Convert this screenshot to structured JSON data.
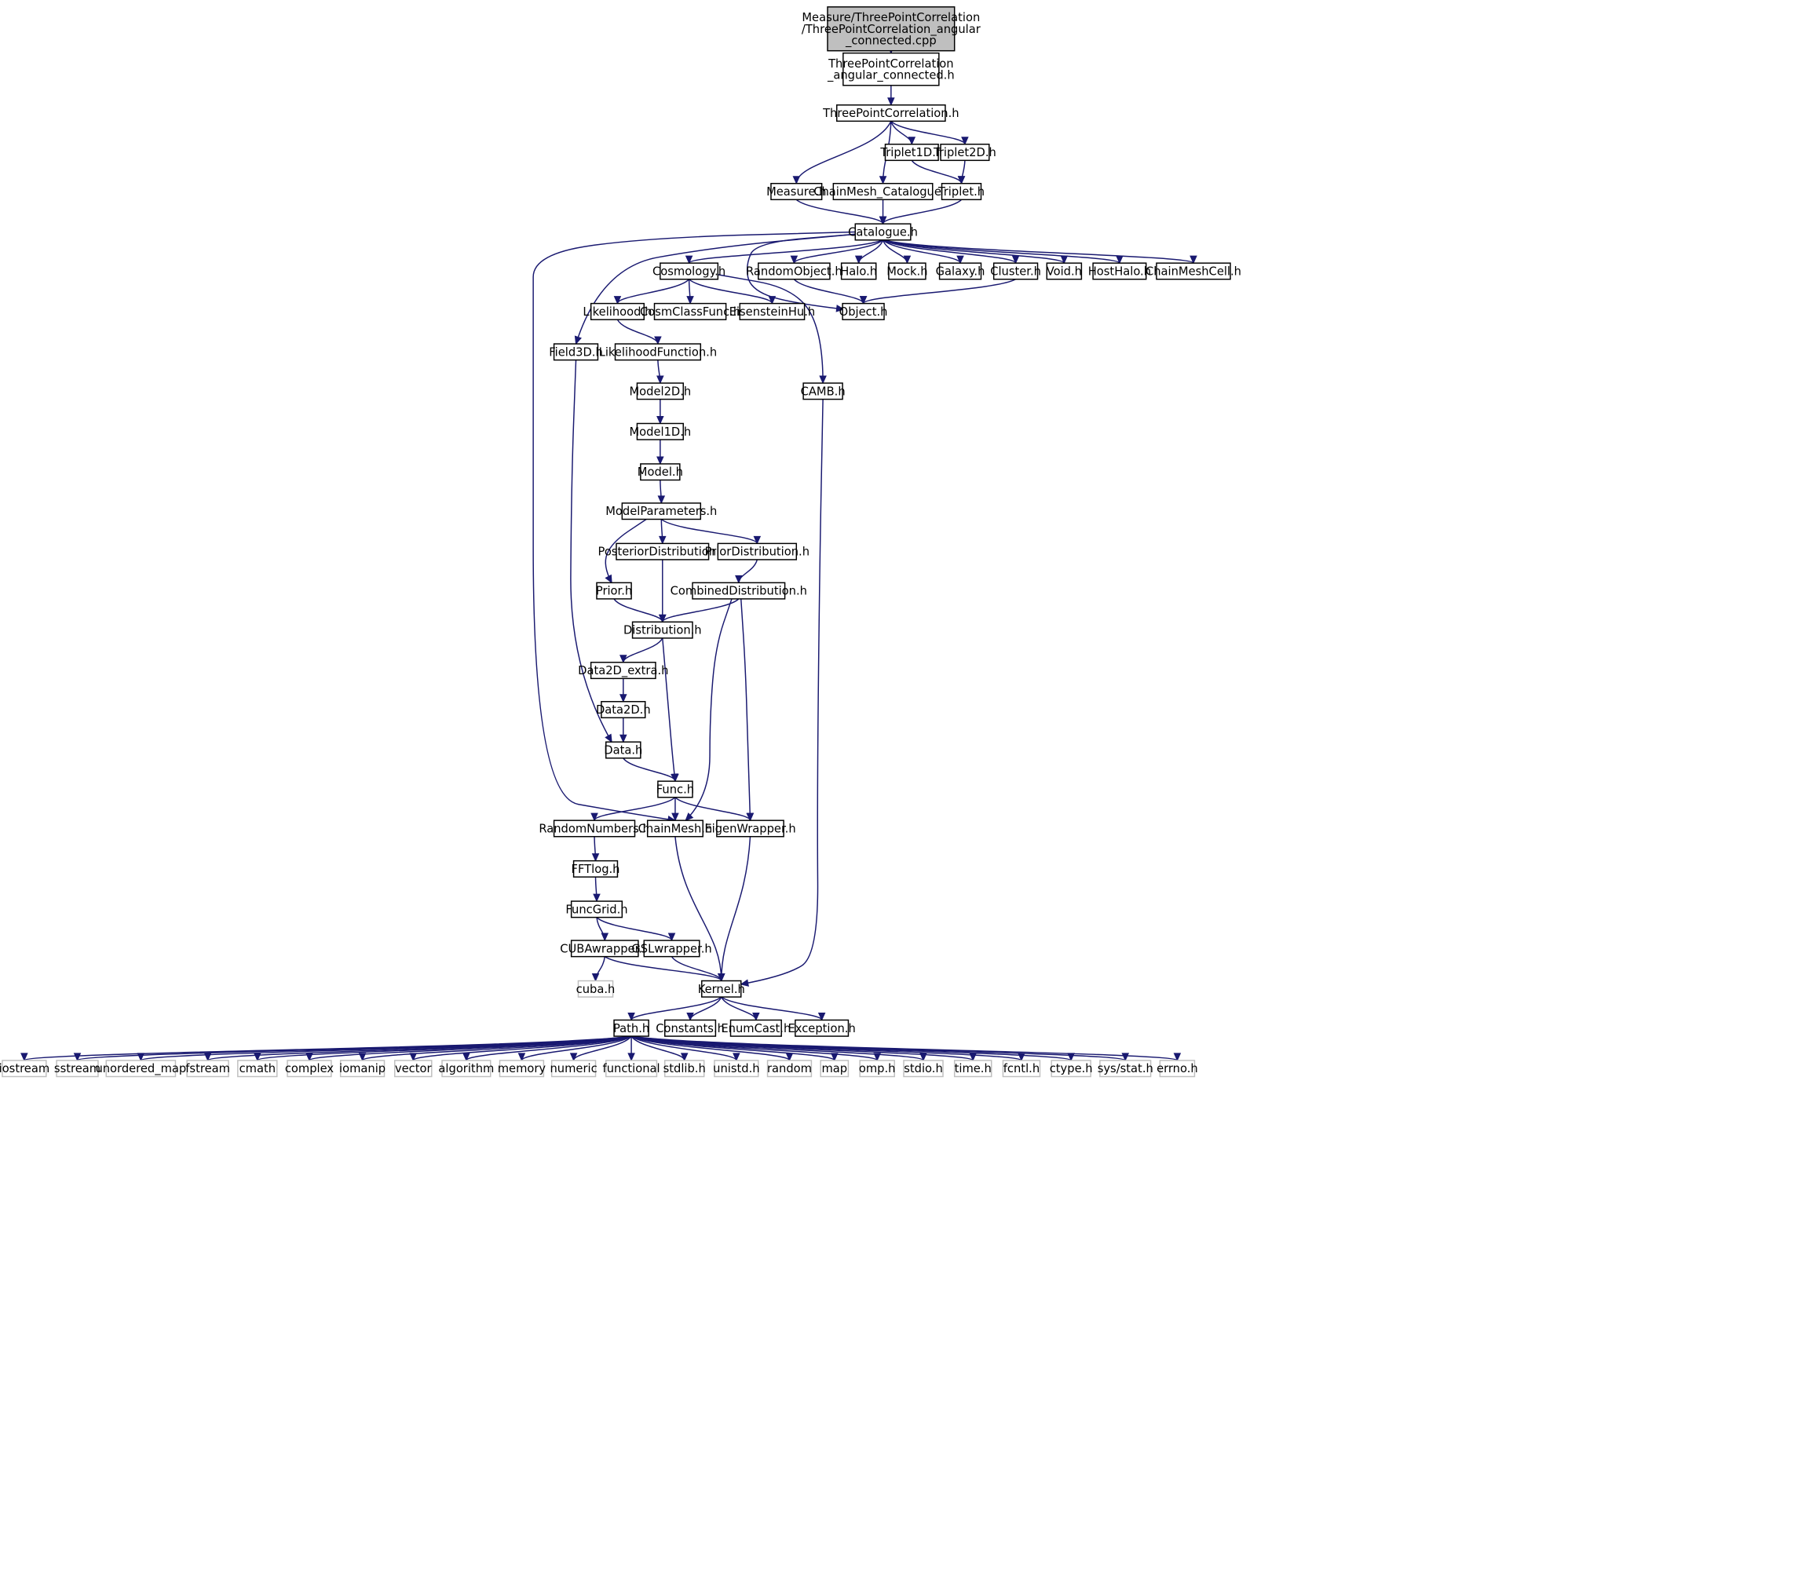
{
  "diagram": {
    "kind": "doxygen-include-dependency-graph",
    "colors": {
      "edge": "#191970",
      "root_fill": "#bfbfbf",
      "node_border": "#000000",
      "external_border": "#bfbfbf",
      "background": "#ffffff"
    },
    "nodes": {
      "root": {
        "lines": [
          "Measure/ThreePointCorrelation",
          "/ThreePointCorrelation_angular",
          "_connected.cpp"
        ]
      },
      "tpc_ang": {
        "lines": [
          "ThreePointCorrelation",
          "_angular_connected.h"
        ]
      },
      "tpc": {
        "lines": [
          "ThreePointCorrelation.h"
        ]
      },
      "triplet1d": {
        "lines": [
          "Triplet1D.h"
        ]
      },
      "triplet2d": {
        "lines": [
          "Triplet2D.h"
        ]
      },
      "measure": {
        "lines": [
          "Measure.h"
        ]
      },
      "chainmesh_cat": {
        "lines": [
          "ChainMesh_Catalogue.h"
        ]
      },
      "triplet": {
        "lines": [
          "Triplet.h"
        ]
      },
      "catalogue": {
        "lines": [
          "Catalogue.h"
        ]
      },
      "cosmology": {
        "lines": [
          "Cosmology.h"
        ]
      },
      "randomobject": {
        "lines": [
          "RandomObject.h"
        ]
      },
      "halo": {
        "lines": [
          "Halo.h"
        ]
      },
      "mock": {
        "lines": [
          "Mock.h"
        ]
      },
      "galaxy": {
        "lines": [
          "Galaxy.h"
        ]
      },
      "cluster": {
        "lines": [
          "Cluster.h"
        ]
      },
      "void": {
        "lines": [
          "Void.h"
        ]
      },
      "hosthalo": {
        "lines": [
          "HostHalo.h"
        ]
      },
      "chainmeshcell": {
        "lines": [
          "ChainMeshCell.h"
        ]
      },
      "likelihood": {
        "lines": [
          "Likelihood.h"
        ]
      },
      "cosmclassfunc": {
        "lines": [
          "CosmClassFunc.h"
        ]
      },
      "eisensteinhu": {
        "lines": [
          "EisensteinHu.h"
        ]
      },
      "object": {
        "lines": [
          "Object.h"
        ]
      },
      "field3d": {
        "lines": [
          "Field3D.h"
        ]
      },
      "likelihoodfunction": {
        "lines": [
          "LikelihoodFunction.h"
        ]
      },
      "camb": {
        "lines": [
          "CAMB.h"
        ]
      },
      "model2d": {
        "lines": [
          "Model2D.h"
        ]
      },
      "model1d": {
        "lines": [
          "Model1D.h"
        ]
      },
      "model": {
        "lines": [
          "Model.h"
        ]
      },
      "modelparameters": {
        "lines": [
          "ModelParameters.h"
        ]
      },
      "posterior": {
        "lines": [
          "PosteriorDistribution.h"
        ]
      },
      "priordist": {
        "lines": [
          "PriorDistribution.h"
        ]
      },
      "prior": {
        "lines": [
          "Prior.h"
        ]
      },
      "combined": {
        "lines": [
          "CombinedDistribution.h"
        ]
      },
      "distribution": {
        "lines": [
          "Distribution.h"
        ]
      },
      "data2d_extra": {
        "lines": [
          "Data2D_extra.h"
        ]
      },
      "data2d": {
        "lines": [
          "Data2D.h"
        ]
      },
      "data": {
        "lines": [
          "Data.h"
        ]
      },
      "func": {
        "lines": [
          "Func.h"
        ]
      },
      "randomnumbers": {
        "lines": [
          "RandomNumbers.h"
        ]
      },
      "chainmesh": {
        "lines": [
          "ChainMesh.h"
        ]
      },
      "eigenwrapper": {
        "lines": [
          "EigenWrapper.h"
        ]
      },
      "fftlog": {
        "lines": [
          "FFTlog.h"
        ]
      },
      "funcgrid": {
        "lines": [
          "FuncGrid.h"
        ]
      },
      "cubawrapper": {
        "lines": [
          "CUBAwrapper.h"
        ]
      },
      "gslwrapper": {
        "lines": [
          "GSLwrapper.h"
        ]
      },
      "cuba": {
        "lines": [
          "cuba.h"
        ]
      },
      "kernel": {
        "lines": [
          "Kernel.h"
        ]
      },
      "path": {
        "lines": [
          "Path.h"
        ]
      },
      "constants": {
        "lines": [
          "Constants.h"
        ]
      },
      "enumcast": {
        "lines": [
          "EnumCast.h"
        ]
      },
      "exception": {
        "lines": [
          "Exception.h"
        ]
      },
      "iostream": {
        "lines": [
          "iostream"
        ]
      },
      "sstream": {
        "lines": [
          "sstream"
        ]
      },
      "unordered_map": {
        "lines": [
          "unordered_map"
        ]
      },
      "fstream": {
        "lines": [
          "fstream"
        ]
      },
      "cmath": {
        "lines": [
          "cmath"
        ]
      },
      "complex": {
        "lines": [
          "complex"
        ]
      },
      "iomanip": {
        "lines": [
          "iomanip"
        ]
      },
      "vector": {
        "lines": [
          "vector"
        ]
      },
      "algorithm": {
        "lines": [
          "algorithm"
        ]
      },
      "memory": {
        "lines": [
          "memory"
        ]
      },
      "numeric": {
        "lines": [
          "numeric"
        ]
      },
      "functional": {
        "lines": [
          "functional"
        ]
      },
      "stdlib": {
        "lines": [
          "stdlib.h"
        ]
      },
      "unistd": {
        "lines": [
          "unistd.h"
        ]
      },
      "random": {
        "lines": [
          "random"
        ]
      },
      "map": {
        "lines": [
          "map"
        ]
      },
      "omp": {
        "lines": [
          "omp.h"
        ]
      },
      "stdio": {
        "lines": [
          "stdio.h"
        ]
      },
      "time": {
        "lines": [
          "time.h"
        ]
      },
      "fcntl": {
        "lines": [
          "fcntl.h"
        ]
      },
      "ctype": {
        "lines": [
          "ctype.h"
        ]
      },
      "sysstat": {
        "lines": [
          "sys/stat.h"
        ]
      },
      "errno": {
        "lines": [
          "errno.h"
        ]
      }
    },
    "edges": [
      [
        "root",
        "tpc_ang"
      ],
      [
        "tpc_ang",
        "tpc"
      ],
      [
        "tpc",
        "triplet1d"
      ],
      [
        "tpc",
        "triplet2d"
      ],
      [
        "tpc",
        "measure"
      ],
      [
        "tpc",
        "chainmesh_cat"
      ],
      [
        "triplet1d",
        "triplet"
      ],
      [
        "triplet2d",
        "triplet"
      ],
      [
        "measure",
        "catalogue"
      ],
      [
        "chainmesh_cat",
        "catalogue"
      ],
      [
        "triplet",
        "catalogue"
      ],
      [
        "catalogue",
        "cosmology"
      ],
      [
        "catalogue",
        "randomobject"
      ],
      [
        "catalogue",
        "halo"
      ],
      [
        "catalogue",
        "mock"
      ],
      [
        "catalogue",
        "galaxy"
      ],
      [
        "catalogue",
        "cluster"
      ],
      [
        "catalogue",
        "void"
      ],
      [
        "catalogue",
        "hosthalo"
      ],
      [
        "catalogue",
        "chainmeshcell"
      ],
      [
        "catalogue",
        "object"
      ],
      [
        "catalogue",
        "field3d"
      ],
      [
        "catalogue",
        "chainmesh"
      ],
      [
        "randomobject",
        "object"
      ],
      [
        "cluster",
        "object"
      ],
      [
        "cosmology",
        "likelihood"
      ],
      [
        "cosmology",
        "cosmclassfunc"
      ],
      [
        "cosmology",
        "eisensteinhu"
      ],
      [
        "cosmology",
        "camb"
      ],
      [
        "likelihood",
        "likelihoodfunction"
      ],
      [
        "likelihoodfunction",
        "model2d"
      ],
      [
        "model2d",
        "model1d"
      ],
      [
        "model1d",
        "model"
      ],
      [
        "model",
        "modelparameters"
      ],
      [
        "modelparameters",
        "posterior"
      ],
      [
        "modelparameters",
        "priordist"
      ],
      [
        "modelparameters",
        "prior"
      ],
      [
        "priordist",
        "combined"
      ],
      [
        "posterior",
        "distribution"
      ],
      [
        "prior",
        "distribution"
      ],
      [
        "combined",
        "distribution"
      ],
      [
        "combined",
        "chainmesh"
      ],
      [
        "combined",
        "eigenwrapper"
      ],
      [
        "distribution",
        "data2d_extra"
      ],
      [
        "distribution",
        "func"
      ],
      [
        "data2d_extra",
        "data2d"
      ],
      [
        "data2d",
        "data"
      ],
      [
        "field3d",
        "data"
      ],
      [
        "data",
        "func"
      ],
      [
        "func",
        "randomnumbers"
      ],
      [
        "func",
        "chainmesh"
      ],
      [
        "func",
        "eigenwrapper"
      ],
      [
        "randomnumbers",
        "fftlog"
      ],
      [
        "fftlog",
        "funcgrid"
      ],
      [
        "funcgrid",
        "cubawrapper"
      ],
      [
        "funcgrid",
        "gslwrapper"
      ],
      [
        "cubawrapper",
        "cuba"
      ],
      [
        "cubawrapper",
        "kernel"
      ],
      [
        "gslwrapper",
        "kernel"
      ],
      [
        "chainmesh",
        "kernel"
      ],
      [
        "eigenwrapper",
        "kernel"
      ],
      [
        "camb",
        "kernel"
      ],
      [
        "kernel",
        "path"
      ],
      [
        "kernel",
        "constants"
      ],
      [
        "kernel",
        "enumcast"
      ],
      [
        "kernel",
        "exception"
      ],
      [
        "path",
        "iostream"
      ],
      [
        "path",
        "sstream"
      ],
      [
        "path",
        "unordered_map"
      ],
      [
        "path",
        "fstream"
      ],
      [
        "path",
        "cmath"
      ],
      [
        "path",
        "complex"
      ],
      [
        "path",
        "iomanip"
      ],
      [
        "path",
        "vector"
      ],
      [
        "path",
        "algorithm"
      ],
      [
        "path",
        "memory"
      ],
      [
        "path",
        "numeric"
      ],
      [
        "path",
        "functional"
      ],
      [
        "path",
        "stdlib"
      ],
      [
        "path",
        "unistd"
      ],
      [
        "path",
        "random"
      ],
      [
        "path",
        "map"
      ],
      [
        "path",
        "omp"
      ],
      [
        "path",
        "stdio"
      ],
      [
        "path",
        "time"
      ],
      [
        "path",
        "fcntl"
      ],
      [
        "path",
        "ctype"
      ],
      [
        "path",
        "sysstat"
      ],
      [
        "path",
        "errno"
      ]
    ]
  }
}
